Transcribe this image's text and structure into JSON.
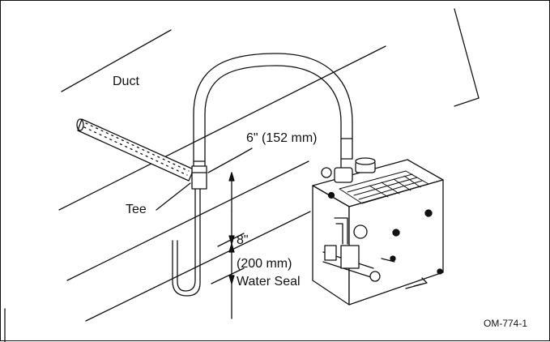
{
  "labels": {
    "duct": "Duct",
    "tee": "Tee",
    "dim_upper": "6\" (152 mm)",
    "dim_lower_in": "8\"",
    "dim_lower_mm": "(200 mm)",
    "water_seal": "Water Seal",
    "figure_code": "OM-774-1"
  },
  "colors": {
    "line": "#111111",
    "fill": "#ffffff"
  }
}
